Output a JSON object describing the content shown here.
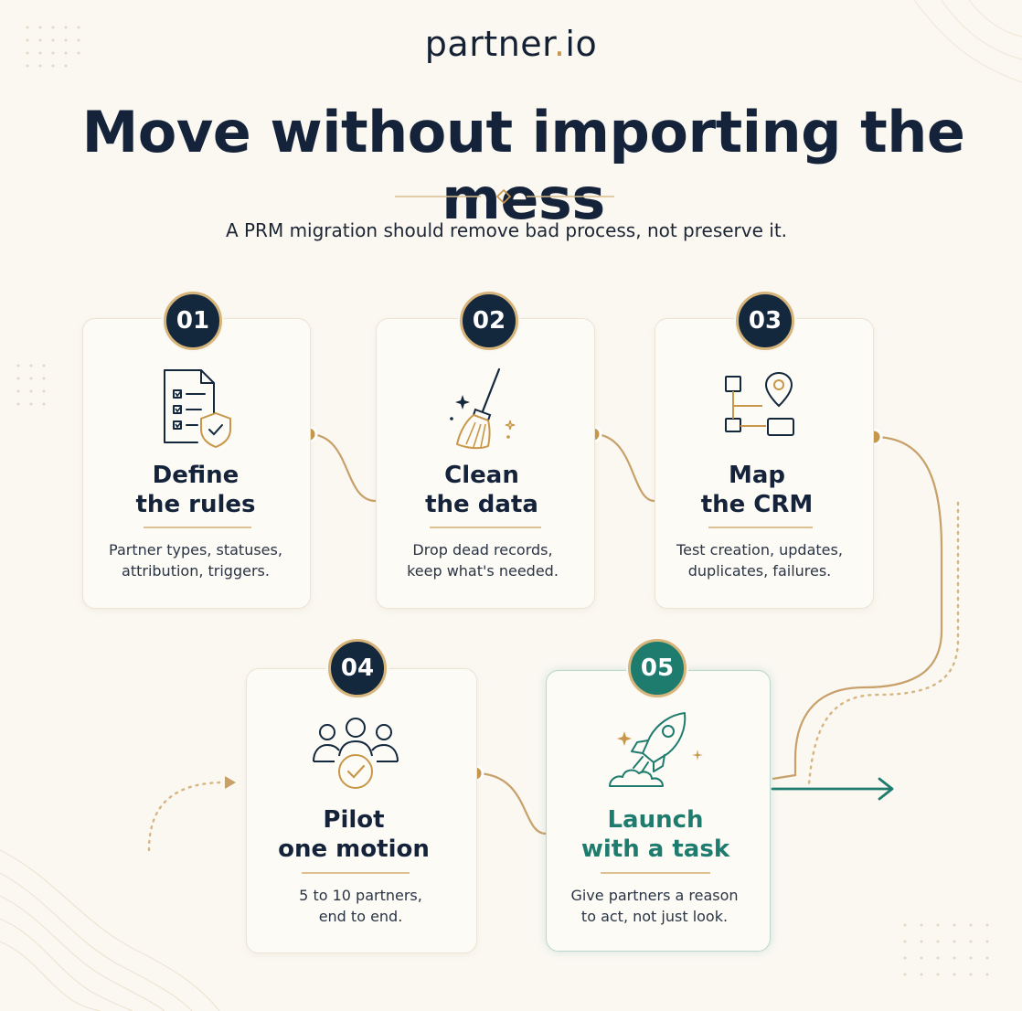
{
  "brand": {
    "name": "partner",
    "dot": ".",
    "suffix": "io"
  },
  "headline": "Move without importing the mess",
  "subtitle": "A PRM migration should remove bad process, not preserve it.",
  "colors": {
    "navy": "#13273d",
    "gold": "#c8974a",
    "teal": "#1e7c6e",
    "background": "#fbf8f2"
  },
  "steps": [
    {
      "number": "01",
      "title_line1": "Define",
      "title_line2": "the rules",
      "desc_line1": "Partner types, statuses,",
      "desc_line2": "attribution, triggers.",
      "icon": "checklist-shield-icon"
    },
    {
      "number": "02",
      "title_line1": "Clean",
      "title_line2": "the data",
      "desc_line1": "Drop dead records,",
      "desc_line2": "keep what's needed.",
      "icon": "broom-sparkle-icon"
    },
    {
      "number": "03",
      "title_line1": "Map",
      "title_line2": "the CRM",
      "desc_line1": "Test creation, updates,",
      "desc_line2": "duplicates, failures.",
      "icon": "flow-map-pin-icon"
    },
    {
      "number": "04",
      "title_line1": "Pilot",
      "title_line2": "one motion",
      "desc_line1": "5 to 10 partners,",
      "desc_line2": "end to end.",
      "icon": "team-check-icon"
    },
    {
      "number": "05",
      "title_line1": "Launch",
      "title_line2": "with a task",
      "desc_line1": "Give partners a reason",
      "desc_line2": "to act, not just look.",
      "icon": "rocket-launch-icon"
    }
  ]
}
